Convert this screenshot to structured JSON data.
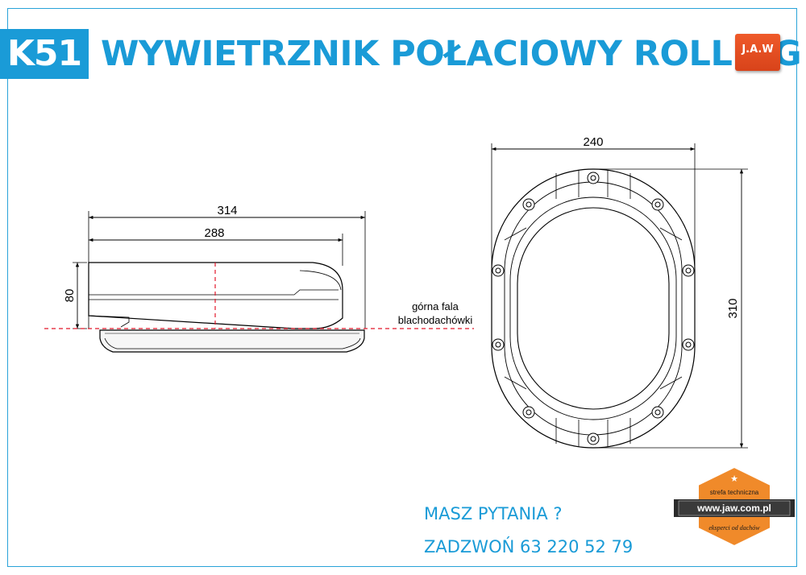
{
  "header": {
    "code": "K51",
    "title": "WYWIETRZNIK POŁACIOWY ROLLING",
    "logo_text": "J.A.W"
  },
  "side_view": {
    "dim_total_length": "314",
    "dim_cap_length": "288",
    "dim_height": "80",
    "roof_label_line1": "górna fala",
    "roof_label_line2": "blachodachówki"
  },
  "top_view": {
    "dim_width": "240",
    "dim_length": "310"
  },
  "contact": {
    "question": "MASZ PYTANIA ?",
    "phone": "ZADZWOŃ 63 220 52 79"
  },
  "badge": {
    "top_text": "strefa techniczna",
    "url": "www.jaw.com.pl",
    "slogan": "eksperci od dachów"
  },
  "colors": {
    "brand_blue": "#1a9bd7",
    "logo_orange": "#e3501f",
    "badge_orange": "#f08a2a",
    "centerline_red": "#e2182b"
  }
}
